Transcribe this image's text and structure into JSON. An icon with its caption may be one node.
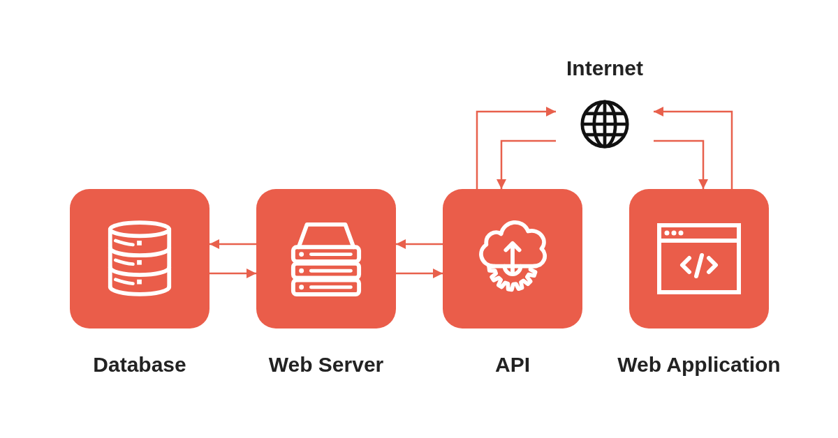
{
  "diagram": {
    "nodes": [
      {
        "text": [
          "Internet"
        ]
      },
      {
        "text": [
          "Database"
        ]
      },
      {
        "text": [
          "Web Server"
        ]
      },
      {
        "text": [
          "API"
        ]
      },
      {
        "text": [
          "Web Application"
        ]
      }
    ],
    "edges": [
      {
        "from": 2,
        "to": 1,
        "arrow": "to"
      },
      {
        "from": 1,
        "to": 2,
        "arrow": "to"
      },
      {
        "from": 3,
        "to": 2,
        "arrow": "to"
      },
      {
        "from": 2,
        "to": 3,
        "arrow": "to"
      },
      {
        "from": 3,
        "to": 0,
        "arrow": "to"
      },
      {
        "from": 0,
        "to": 3,
        "arrow": "to"
      },
      {
        "from": 4,
        "to": 0,
        "arrow": "to"
      },
      {
        "from": 0,
        "to": 4,
        "arrow": "to"
      }
    ]
  }
}
